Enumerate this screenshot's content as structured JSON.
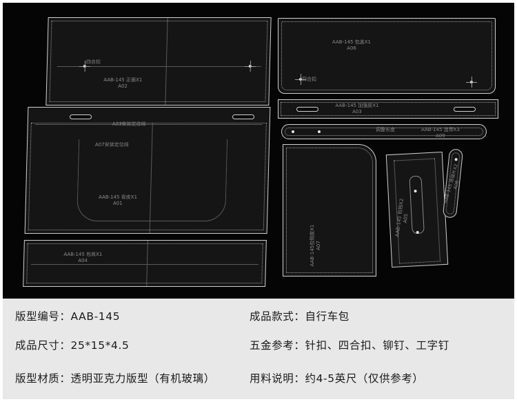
{
  "pieces": {
    "a02": {
      "label": "AAB-145  正面X1",
      "code": "A02",
      "note": "四合扣"
    },
    "a06": {
      "label": "AAB-145  包盖X1",
      "code": "A06",
      "note": "四合扣"
    },
    "a03": {
      "label": "AAB-145  加强皮X1",
      "code": "A03"
    },
    "a09": {
      "label": "AAB-145  连带X3",
      "code": "A09",
      "note": "调整长度"
    },
    "a01": {
      "label": "AAB-145  背皮X1",
      "code": "A01",
      "note_a03": "A03安装定位线",
      "note_a07": "A07安装定位线"
    },
    "a07": {
      "label": "AAB-145包侧皮X1",
      "code": "A07"
    },
    "a05": {
      "label": "AAB-145  包挡X2",
      "code": "A05"
    },
    "a08": {
      "label": "AAB-145  连接片X2",
      "code": "A08"
    },
    "a04": {
      "label": "AAB-145  包底X1",
      "code": "A04"
    }
  },
  "specs": {
    "model_no": "版型编号：AAB-145",
    "product_style": "成品款式：自行车包",
    "size": "成品尺寸：25*15*4.5",
    "hardware": "五金参考：针扣、四合扣、铆钉、工字钉",
    "material": "版型材质：透明亚克力版型（有机玻璃）",
    "leather_usage": "用料说明：约4-5英尺（仅供参考）"
  }
}
